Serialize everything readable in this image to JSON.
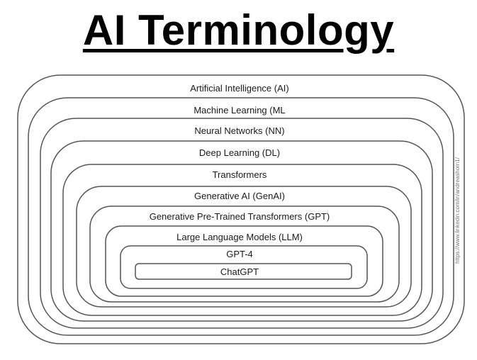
{
  "title": "AI Terminology",
  "layers": [
    {
      "label": "Artificial Intelligence (AI)"
    },
    {
      "label": "Machine Learning (ML"
    },
    {
      "label": "Neural Networks (NN)"
    },
    {
      "label": "Deep Learning (DL)"
    },
    {
      "label": "Transformers"
    },
    {
      "label": "Generative AI (GenAI)"
    },
    {
      "label": "Generative Pre-Trained Transformers (GPT)"
    },
    {
      "label": "Large Language Models (LLM)"
    },
    {
      "label": "GPT-4"
    },
    {
      "label": "ChatGPT"
    }
  ],
  "source_url": "https://www.linkedin.com/in/andreashorn1/",
  "colors": {
    "stroke": "#555555",
    "text": "#1a1a1a"
  }
}
